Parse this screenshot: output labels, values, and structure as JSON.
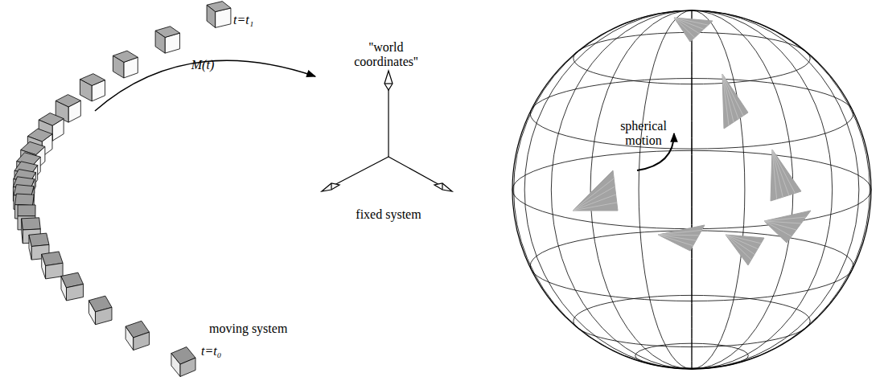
{
  "diagram": {
    "labels": [
      "t=t₁",
      "M(t)",
      "''world coordinates''",
      "fixed system",
      "moving system",
      "t=t₀",
      "spherical motion"
    ]
  }
}
